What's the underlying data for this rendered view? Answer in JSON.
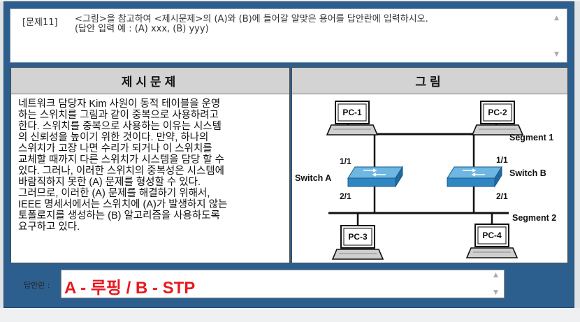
{
  "question": {
    "number": "[문제11]",
    "line1": "<그림>을 참고하여 <제시문제>의 (A)와 (B)에 들어갈 알맞은 용어를 답안란에 입력하시오.",
    "line2": "(답안 입력 예 : (A) xxx, (B) yyy)"
  },
  "problem": {
    "title": "제시문제",
    "lines": [
      "네트워크 담당자 Kim 사원이 동적 테이블을 운영",
      "하는 스위치를 그림과 같이 중복으로 사용하려고",
      "한다. 스위치를 중복으로 사용하는 이유는 시스템",
      "의 신뢰성을 높이기 위한 것이다. 만약, 하나의",
      "스위치가 고장 나면 수리가 되거나 이 스위치를",
      "교체할 때까지 다른 스위치가 시스템을 담당 할 수",
      "있다. 그러나, 이러한 스위치의 중복성은 시스템에",
      "바람직하지 못한 (A) 문제를 형성할 수 있다.",
      "그러므로, 이러한 (A) 문제를 해결하기 위해서,",
      "IEEE 명세서에서는 스위치에 (A)가 발생하지 않는",
      "토폴로지를 생성하는 (B) 알고리즘을 사용하도록",
      "요구하고 있다."
    ]
  },
  "figure": {
    "title": "그림",
    "pc1": "PC-1",
    "pc2": "PC-2",
    "pc3": "PC-3",
    "pc4": "PC-4",
    "segment1": "Segment 1",
    "segment2": "Segment 2",
    "switch_a": "Switch A",
    "switch_b": "Switch B",
    "port_a_top": "1/1",
    "port_a_bottom": "2/1",
    "port_b_top": "1/1",
    "port_b_bottom": "2/1"
  },
  "answer": {
    "label": "답안란 :",
    "value": "A - 루핑 / B - STP"
  },
  "colors": {
    "frame": "#2d5f8e",
    "answer_text": "#e8191f",
    "switch": "#2f86c3"
  }
}
